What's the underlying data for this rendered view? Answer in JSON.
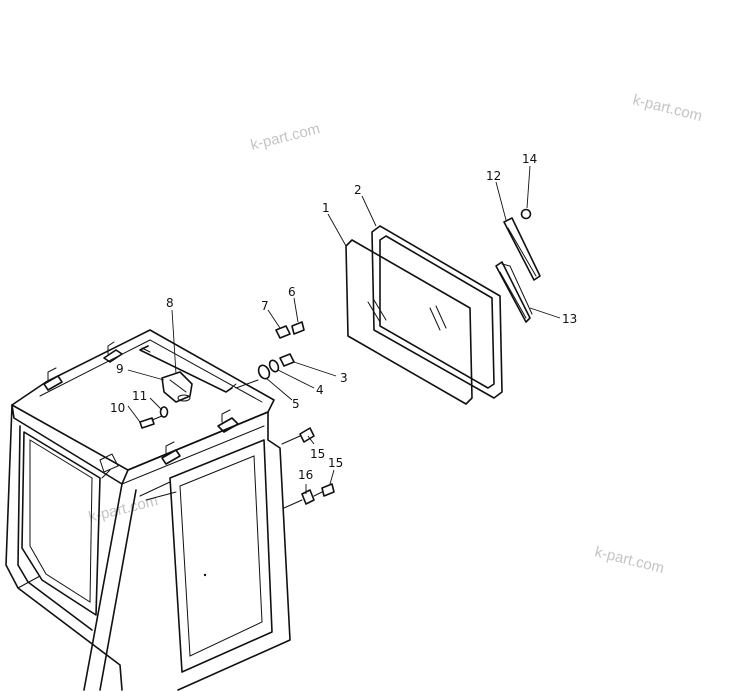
{
  "watermarks": [
    "k-part.com",
    "k-part.com",
    "k-part.com",
    "k-part.com"
  ],
  "callouts": {
    "c1": "1",
    "c2": "2",
    "c3": "3",
    "c4": "4",
    "c5": "5",
    "c6": "6",
    "c7": "7",
    "c8": "8",
    "c9": "9",
    "c10": "10",
    "c11": "11",
    "c12": "12",
    "c13": "13",
    "c14": "14",
    "c15a": "15",
    "c15b": "15",
    "c16": "16"
  },
  "colors": {
    "ink": "#111111",
    "watermark": "#c4c4c4",
    "background": "#ffffff"
  }
}
